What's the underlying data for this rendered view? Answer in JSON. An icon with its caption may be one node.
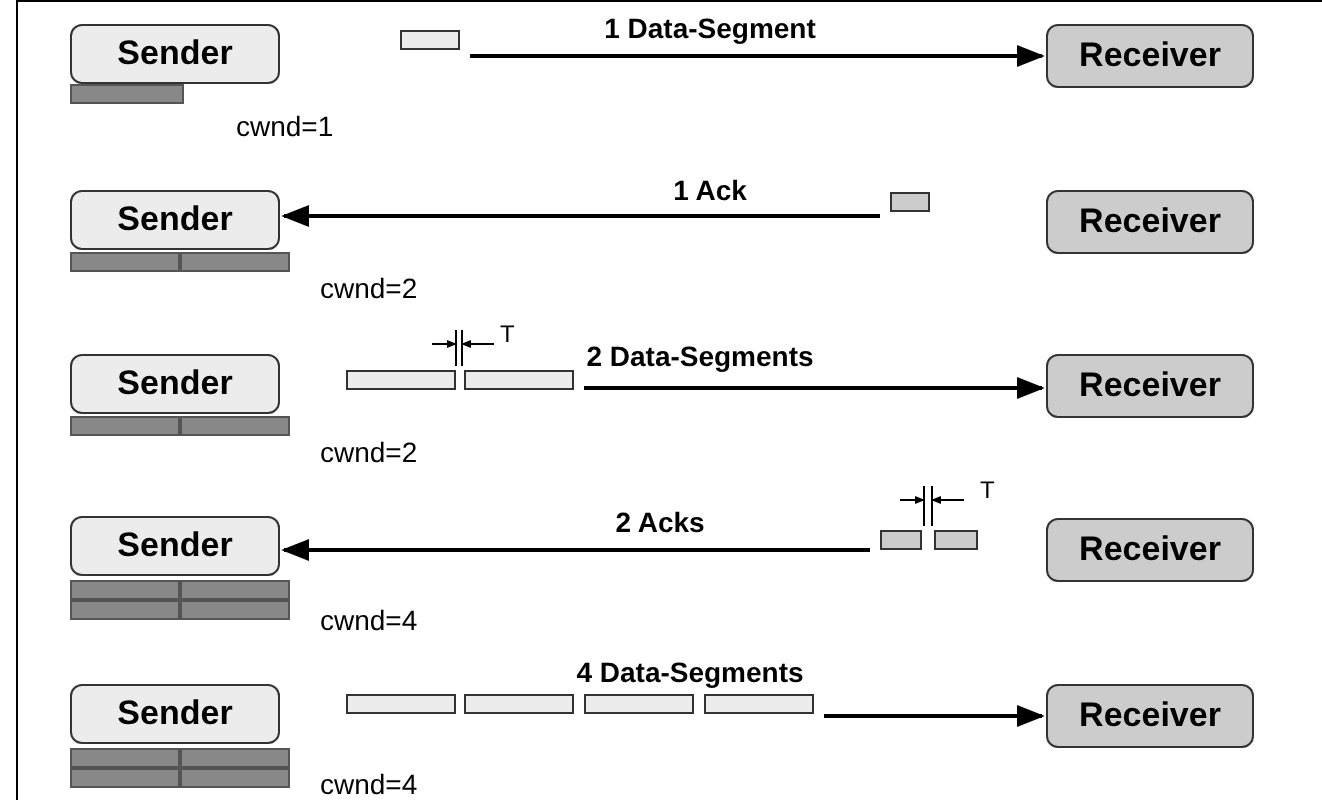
{
  "diagram": {
    "nodes": [
      {
        "text": [
          "Sender"
        ],
        "beside": [
          "cwnd=1"
        ]
      },
      {
        "text": [],
        "shape": "box"
      },
      {
        "text": [
          "Receiver"
        ]
      },
      {
        "text": [
          "Sender"
        ],
        "beside": [
          "cwnd=2"
        ]
      },
      {
        "text": [],
        "shape": "box"
      },
      {
        "text": [
          "Receiver"
        ]
      },
      {
        "text": [
          "Sender"
        ],
        "beside": [
          "cwnd=2"
        ]
      },
      {
        "text": [],
        "shape": "box"
      },
      {
        "text": [],
        "shape": "box"
      },
      {
        "text": [
          "Receiver"
        ]
      },
      {
        "text": [
          "Sender"
        ],
        "beside": [
          "cwnd=4"
        ]
      },
      {
        "text": [],
        "shape": "box"
      },
      {
        "text": [],
        "shape": "box"
      },
      {
        "text": [
          "Receiver"
        ]
      },
      {
        "text": [
          "Sender"
        ],
        "beside": [
          "cwnd=4"
        ]
      },
      {
        "text": [],
        "shape": "box"
      },
      {
        "text": [],
        "shape": "box"
      },
      {
        "text": [],
        "shape": "box"
      },
      {
        "text": [],
        "shape": "box"
      },
      {
        "text": [
          "Receiver"
        ]
      }
    ],
    "edges": [
      {
        "from": 1,
        "to": 2,
        "arrow": "to",
        "label": "1 Data-Segment"
      },
      {
        "from": 4,
        "to": 3,
        "arrow": "to",
        "label": "1 Ack"
      },
      {
        "from": 8,
        "to": 9,
        "arrow": "to",
        "label": "2 Data-Segments"
      },
      {
        "from": 11,
        "to": 10,
        "arrow": "to",
        "label": "2 Acks"
      },
      {
        "from": 18,
        "to": 19,
        "arrow": "to",
        "label": "4 Data-Segments"
      }
    ],
    "labels": [
      "T",
      "T"
    ]
  }
}
